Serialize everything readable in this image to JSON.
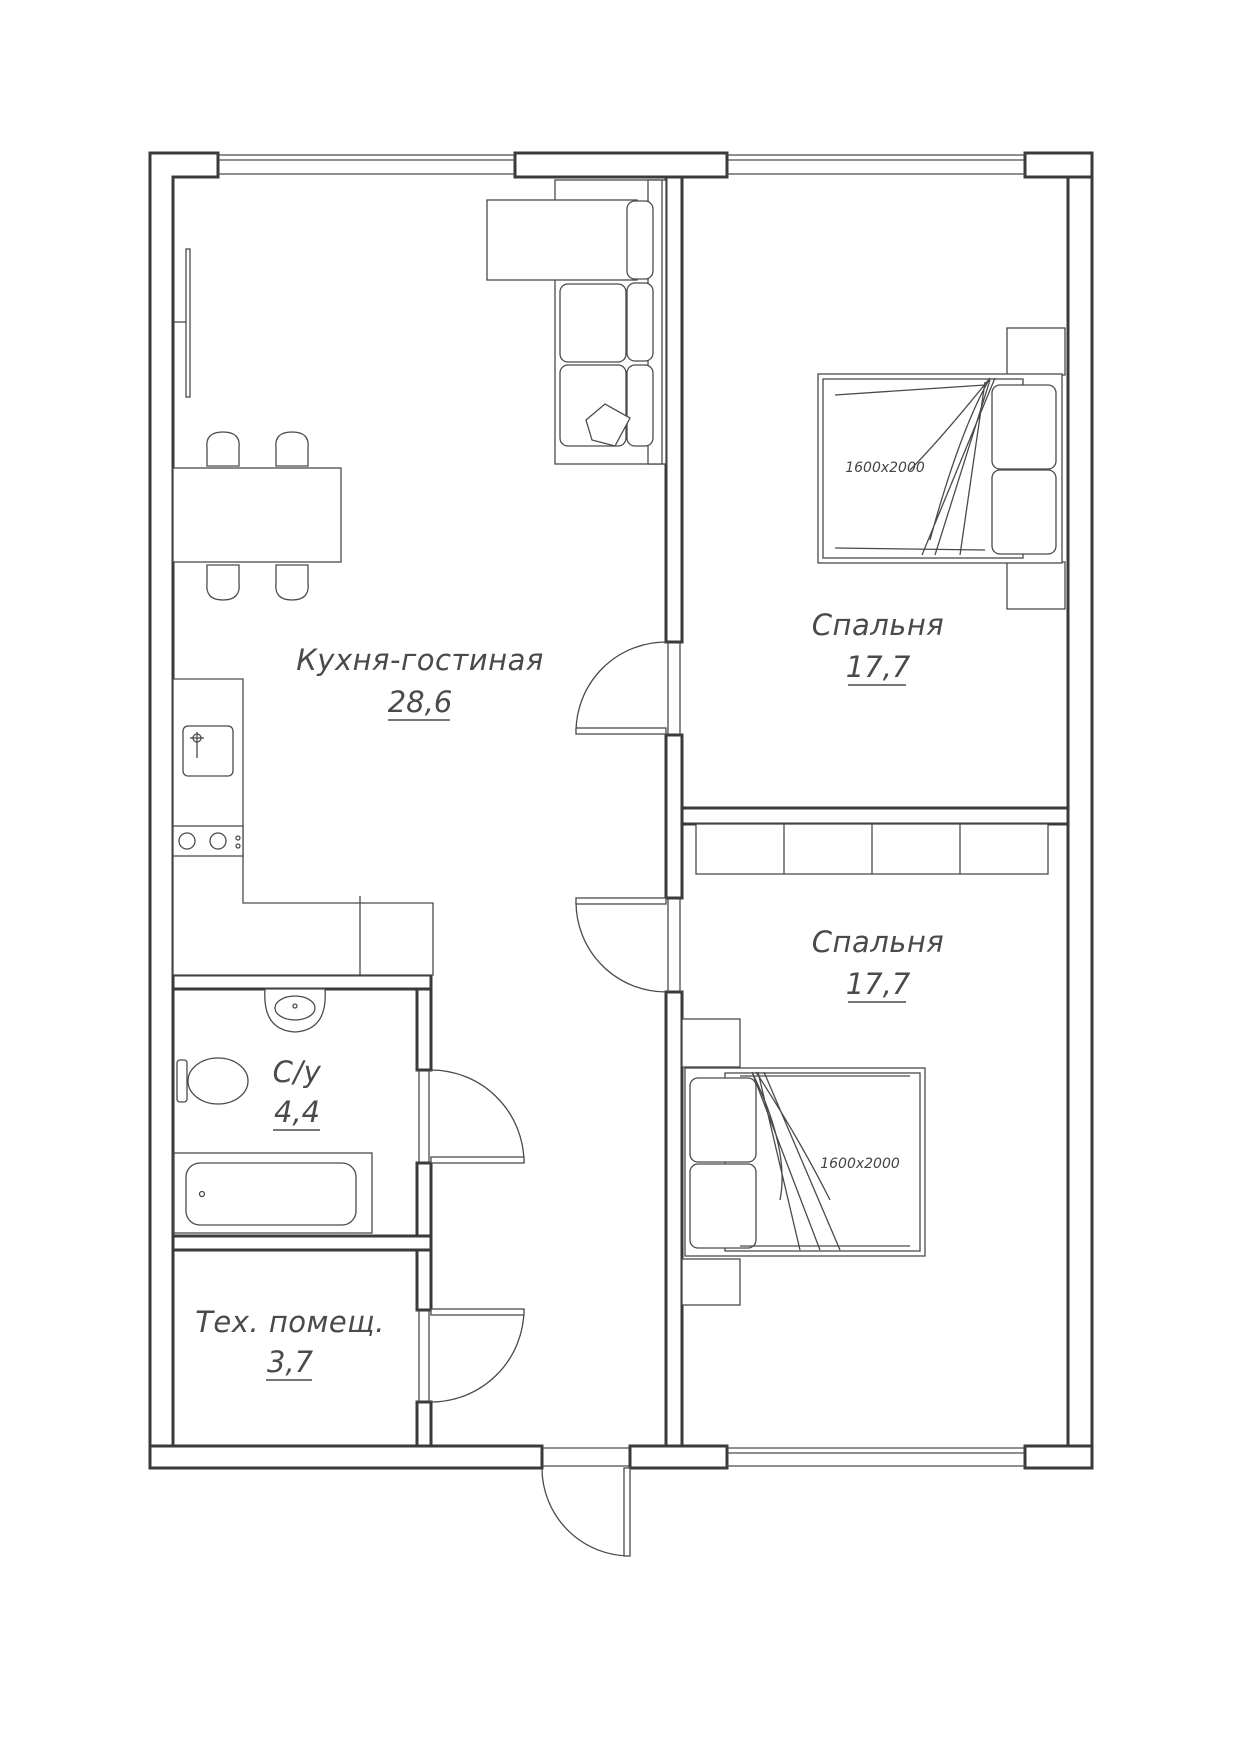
{
  "rooms": {
    "kitchen_living": {
      "name": "Кухня-гостиная",
      "area": "28,6"
    },
    "bedroom_1": {
      "name": "Спальня",
      "area": "17,7"
    },
    "bedroom_2": {
      "name": "Спальня",
      "area": "17,7"
    },
    "bathroom": {
      "name": "С/у",
      "area": "4,4"
    },
    "tech_room": {
      "name": "Тех. помещ.",
      "area": "3,7"
    }
  },
  "beds": {
    "bed_1": {
      "size": "1600x2000"
    },
    "bed_2": {
      "size": "1600x2000"
    }
  },
  "colors": {
    "line": "#3a3a3a",
    "background": "#ffffff"
  }
}
